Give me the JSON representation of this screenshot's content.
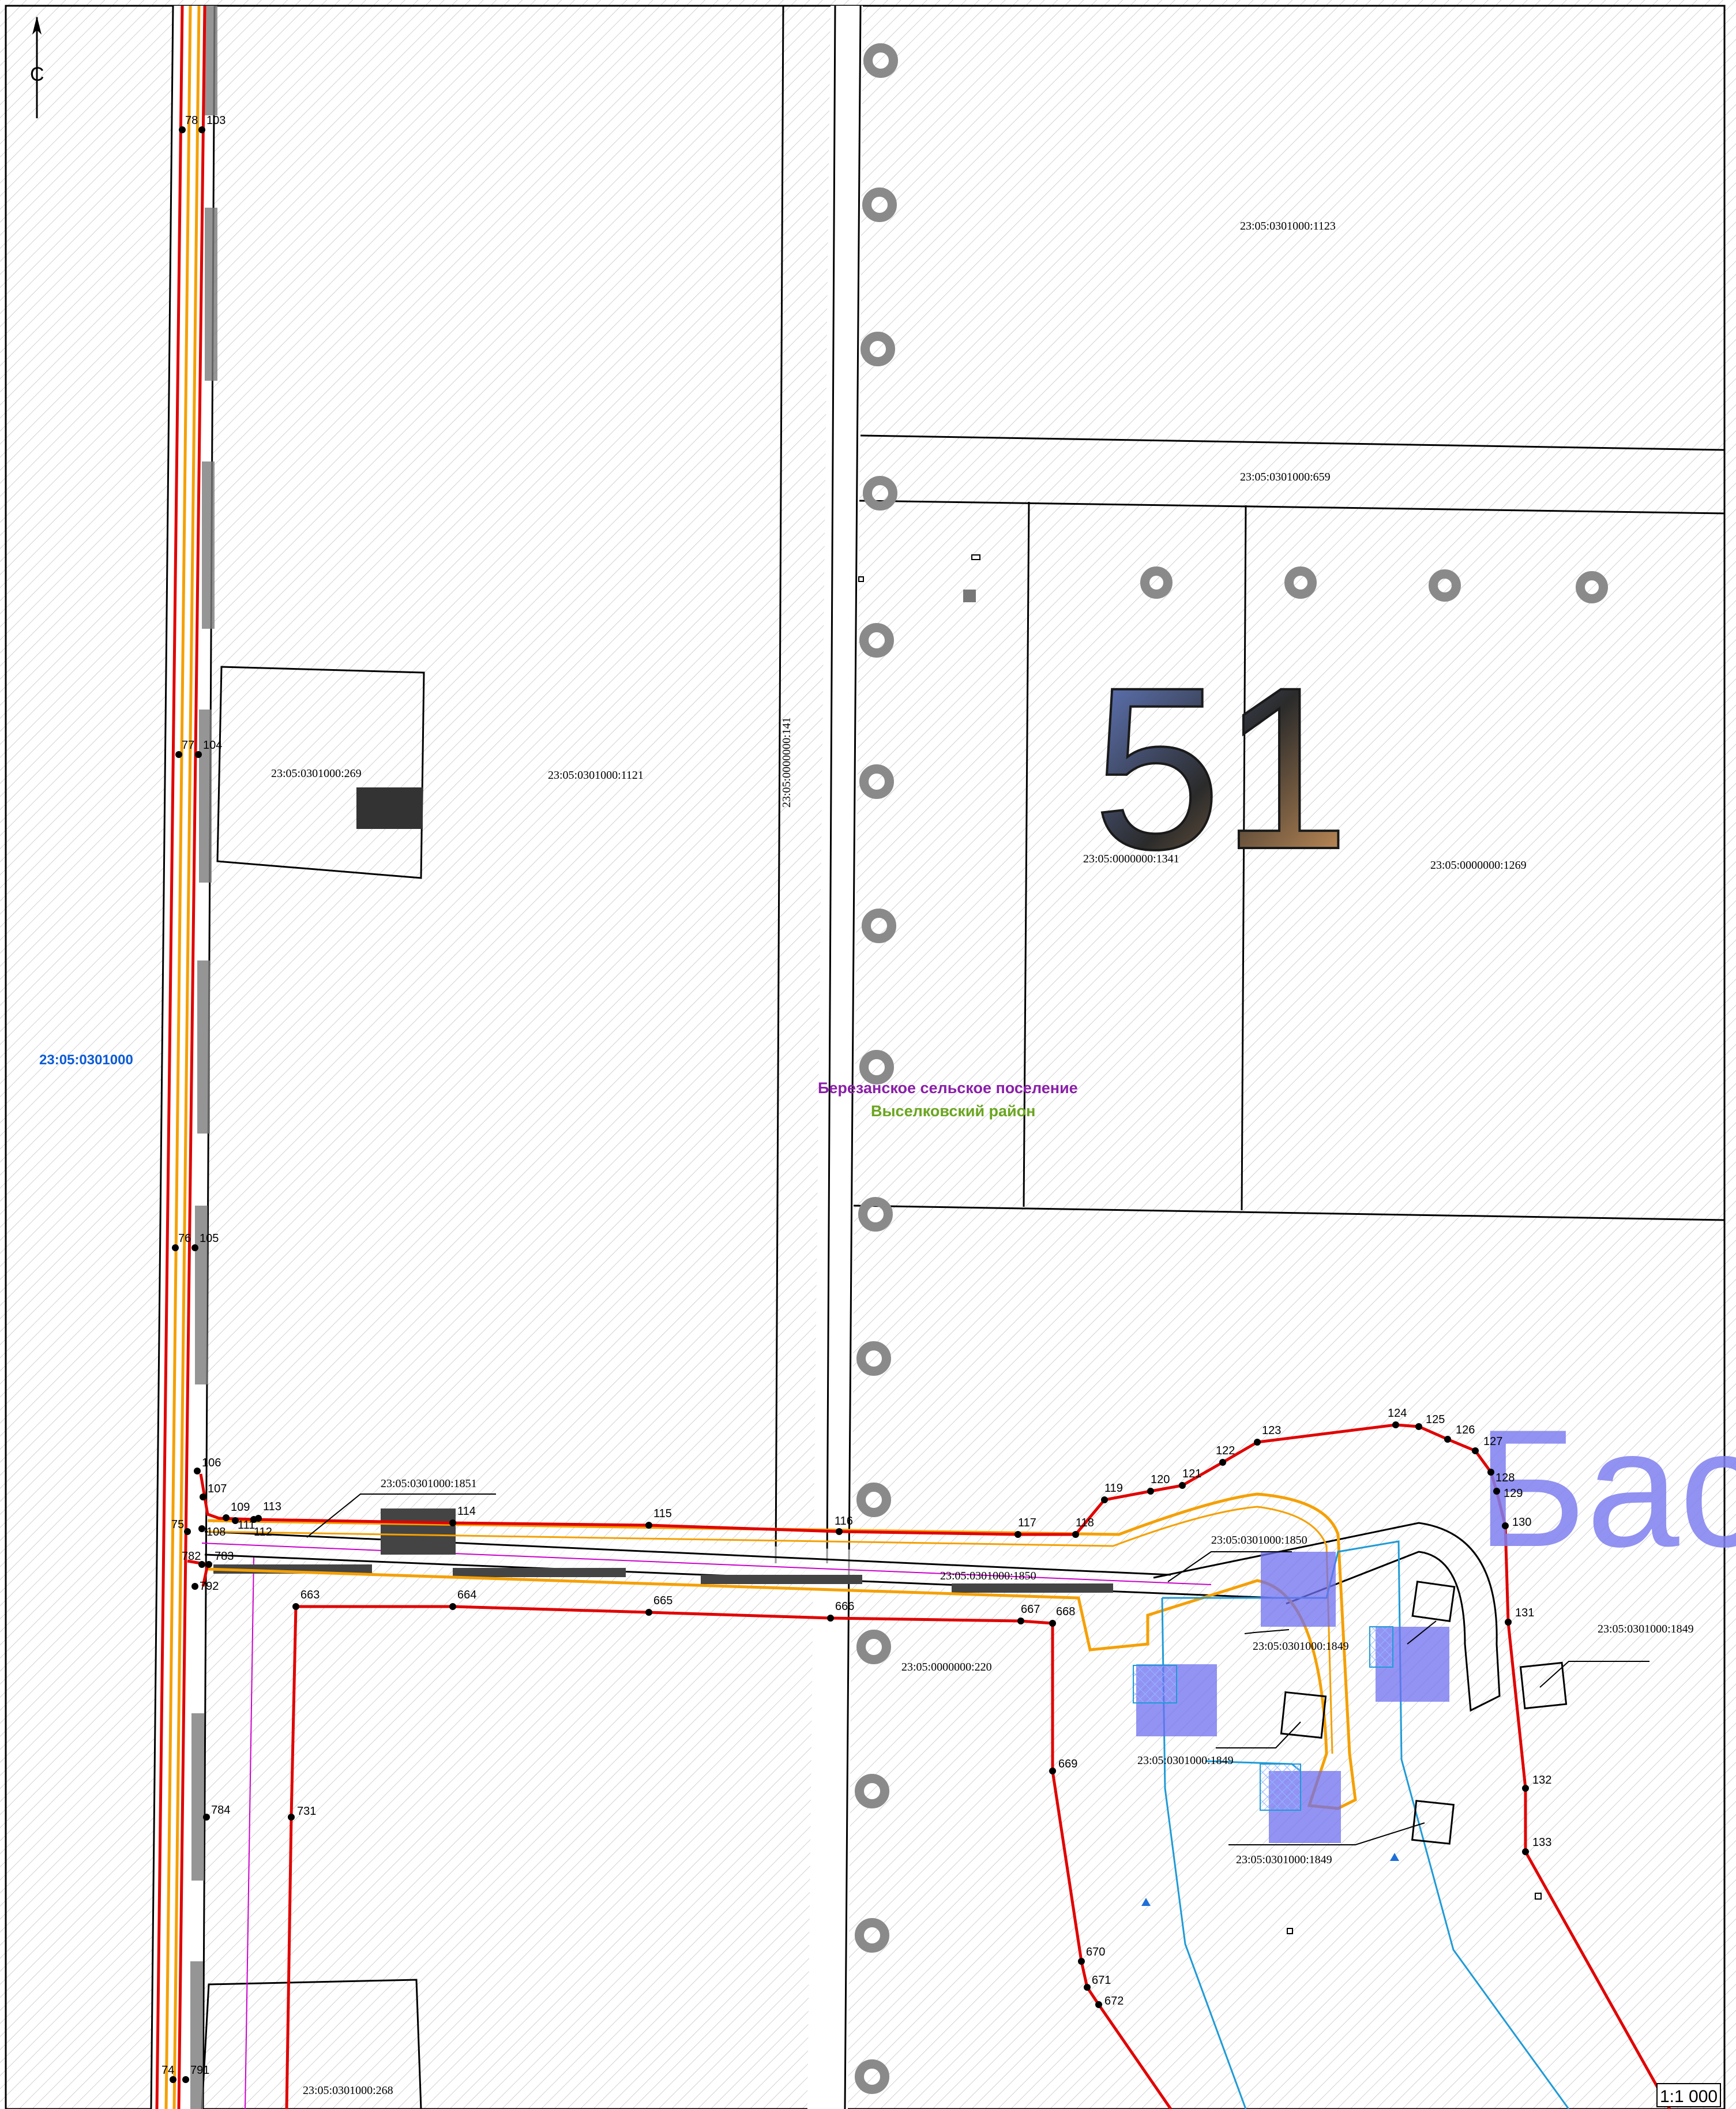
{
  "north": {
    "label": "С"
  },
  "scale": {
    "label": "1:1 000"
  },
  "quarter": {
    "label": "23:05:0301000"
  },
  "settlement": {
    "label": "Березанское сельское поселение"
  },
  "district": {
    "label": "Выселковский район"
  },
  "house_number": {
    "label": "51"
  },
  "street_fragment": {
    "label": "Бас"
  },
  "parcels": {
    "p1123": "23:05:0301000:1123",
    "p659": "23:05:0301000:659",
    "p269": "23:05:0301000:269",
    "p1121": "23:05:0301000:1121",
    "p141": "23:05:0000000:141",
    "p1341": "23:05:0000000:1341",
    "p1269": "23:05:0000000:1269",
    "p1851": "23:05:0301000:1851",
    "p1850a": "23:05:0301000:1850",
    "p1850b": "23:05:0301000:1850",
    "p220": "23:05:0000000:220",
    "p1849a": "23:05:0301000:1849",
    "p1849b": "23:05:0301000:1849",
    "p1849c": "23:05:0301000:1849",
    "p1849d": "23:05:0301000:1849",
    "p268": "23:05:0301000:268"
  },
  "points": [
    "78",
    "103",
    "77",
    "104",
    "76",
    "105",
    "106",
    "107",
    "75",
    "108",
    "109",
    "111",
    "112",
    "113",
    "114",
    "115",
    "116",
    "117",
    "118",
    "119",
    "120",
    "121",
    "122",
    "123",
    "124",
    "125",
    "126",
    "127",
    "128",
    "129",
    "130",
    "131",
    "132",
    "133",
    "782",
    "783",
    "792",
    "663",
    "664",
    "665",
    "666",
    "667",
    "668",
    "669",
    "670",
    "671",
    "672",
    "731",
    "784",
    "74",
    "791"
  ],
  "colors": {
    "boundary": "#e10000",
    "zone": "#f5a000",
    "water": "#1e9bd7",
    "building": "#6f6ff0",
    "road_line": "#000000",
    "hatch": "#cfcfcf",
    "magenta": "#cc00cc"
  }
}
